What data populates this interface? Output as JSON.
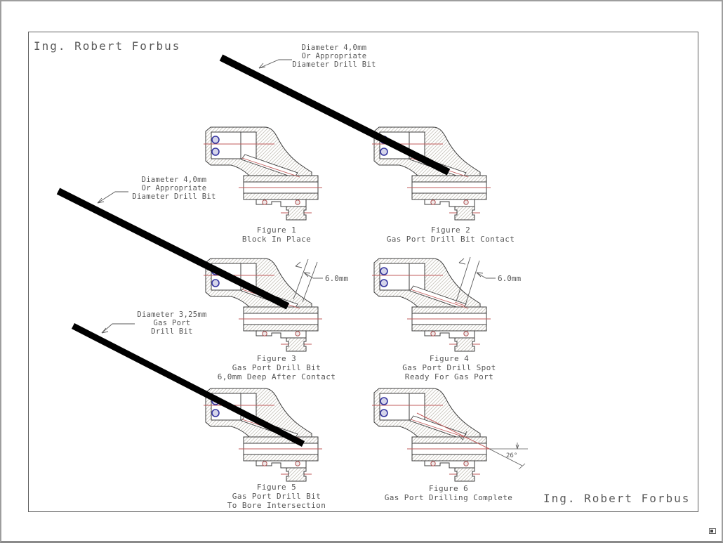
{
  "titles": {
    "top_left": "Ing. Robert Forbus",
    "bottom_right": "Ing. Robert Forbus"
  },
  "annotations": {
    "top_drill": [
      "Diameter 4,0mm",
      "Or Appropriate",
      "Diameter Drill Bit"
    ],
    "mid_drill": [
      "Diameter 4,0mm",
      "Or Appropriate",
      "Diameter Drill Bit"
    ],
    "gas_port_drill": [
      "Diameter 3,25mm",
      "Gas Port",
      "Drill Bit"
    ],
    "depth_dim_fig3": "6.0mm",
    "depth_dim_fig4": "6.0mm",
    "angle_dim_fig6": "26°"
  },
  "figures": [
    {
      "name": "figure-1",
      "caption": [
        "Figure 1",
        "Block In Place"
      ]
    },
    {
      "name": "figure-2",
      "caption": [
        "Figure 2",
        "Gas Port Drill Bit Contact"
      ]
    },
    {
      "name": "figure-3",
      "caption": [
        "Figure 3",
        "Gas Port Drill Bit",
        "6,0mm Deep After Contact"
      ]
    },
    {
      "name": "figure-4",
      "caption": [
        "Figure 4",
        "Gas Port Drill Spot",
        "Ready For Gas Port"
      ]
    },
    {
      "name": "figure-5",
      "caption": [
        "Figure 5",
        "Gas Port Drill Bit",
        "To Bore Intersection"
      ]
    },
    {
      "name": "figure-6",
      "caption": [
        "Figure 6",
        "Gas Port Drilling Complete"
      ]
    }
  ],
  "colors": {
    "centerline_red": "#c25b5b",
    "outline": "#3c3c3c",
    "hatch": "#c6c2ba",
    "drill_bit": "#000000",
    "pin_hole_blue": "#3535a0",
    "text_gray": "#5a5a5a"
  }
}
